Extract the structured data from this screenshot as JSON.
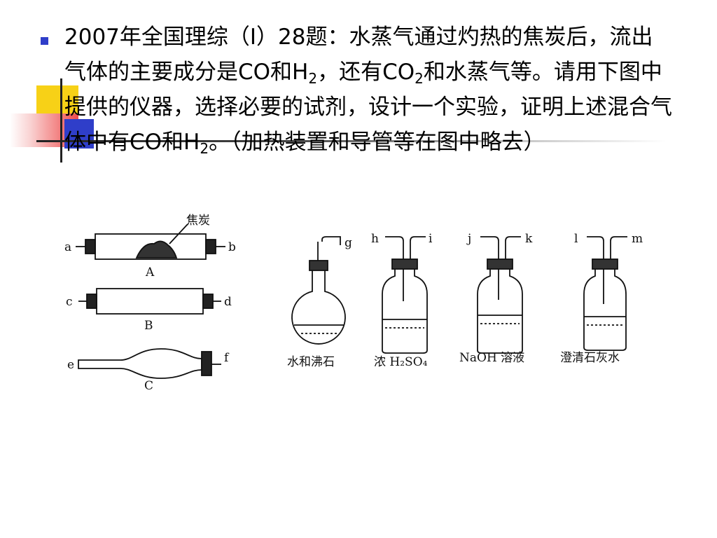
{
  "question": {
    "seg1": "2007年全国理综（I）28题：水蒸气通过灼热的焦炭后，流出气体的主要成分是CO和H",
    "sub1": "2",
    "seg2": "，还有CO",
    "sub2": "2",
    "seg3": "和水蒸气等。请用下图中提供的仪器，选择必要的试剂，设计一个实验，证明上述混合气体中有CO和H",
    "sub3": "2",
    "seg4": "。（加热装置和导管等在图中略去）"
  },
  "figure": {
    "tube_A": {
      "label": "A",
      "left_port": "a",
      "right_port": "b",
      "content": "焦炭"
    },
    "tube_B": {
      "label": "B",
      "left_port": "c",
      "right_port": "d"
    },
    "tube_C": {
      "label": "C",
      "left_port": "e",
      "right_port": "f"
    },
    "flask": {
      "port": "g",
      "reagent": "水和沸石"
    },
    "bottle_1": {
      "in_port": "h",
      "out_port": "i",
      "reagent": "浓 H₂SO₄"
    },
    "bottle_2": {
      "in_port": "j",
      "out_port": "k",
      "reagent": "NaOH 溶液"
    },
    "bottle_3": {
      "in_port": "l",
      "out_port": "m",
      "reagent": "澄清石灰水"
    }
  },
  "colors": {
    "accent_blue": "#2f3ec9",
    "accent_yellow": "#f7d117",
    "accent_red": "#ee4b4b"
  }
}
